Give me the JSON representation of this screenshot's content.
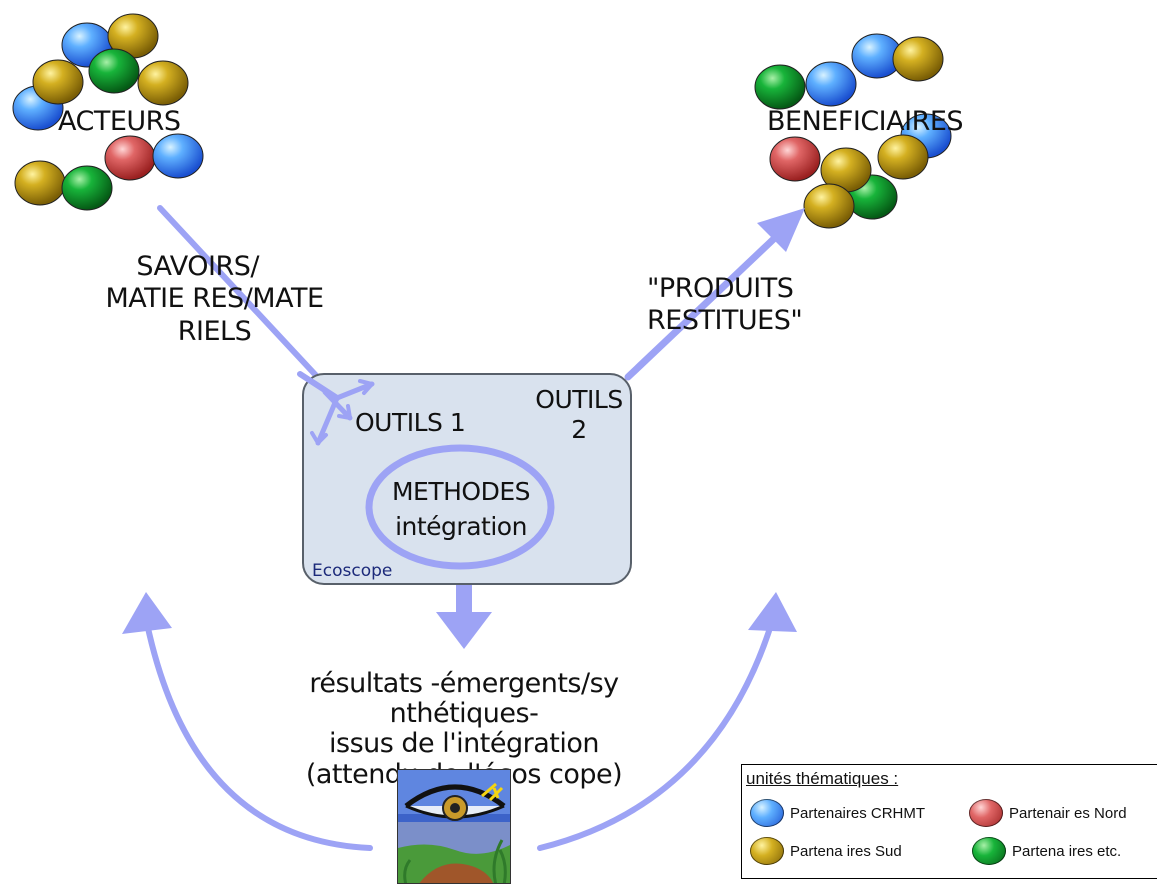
{
  "diagram": {
    "actors_label": "ACTEURS",
    "beneficiaries_label": "BENEFICIAIRES",
    "inputs_label_line1": "SAVOIRS/",
    "inputs_label_line2": "MATIE RES/MATE RIELS",
    "outputs_label_line1": "\"PRODUITS",
    "outputs_label_line2": "RESTITUES\"",
    "tools1_label": "OUTILS 1",
    "tools2_label_line1": "OUTILS",
    "tools2_label_line2": "2",
    "methods_label_line1": "METHODES",
    "methods_label_line2": "intégration",
    "box_label": "Ecoscope",
    "results_line1": "résultats -émergents/sy nthétiques-",
    "results_line2": "issus de l'intégration",
    "results_line3": "(attendu de l'écos cope)"
  },
  "legend": {
    "title": "unités thématiques :",
    "items": [
      {
        "label": "Partenaires CRHMT",
        "color": "#3a8ef0"
      },
      {
        "label": "Partenair es Nord",
        "color": "#d84a4a"
      },
      {
        "label": "Partena ires Sud",
        "color": "#c9a514"
      },
      {
        "label": "Partena ires etc.",
        "color": "#12a030"
      }
    ]
  },
  "colors": {
    "arrow": "#9da3f5",
    "box_fill": "#d9e2ee",
    "blue_ball": "#3a8ef0",
    "red_ball": "#d84a4a",
    "gold_ball": "#c9a514",
    "green_ball": "#12a030"
  }
}
